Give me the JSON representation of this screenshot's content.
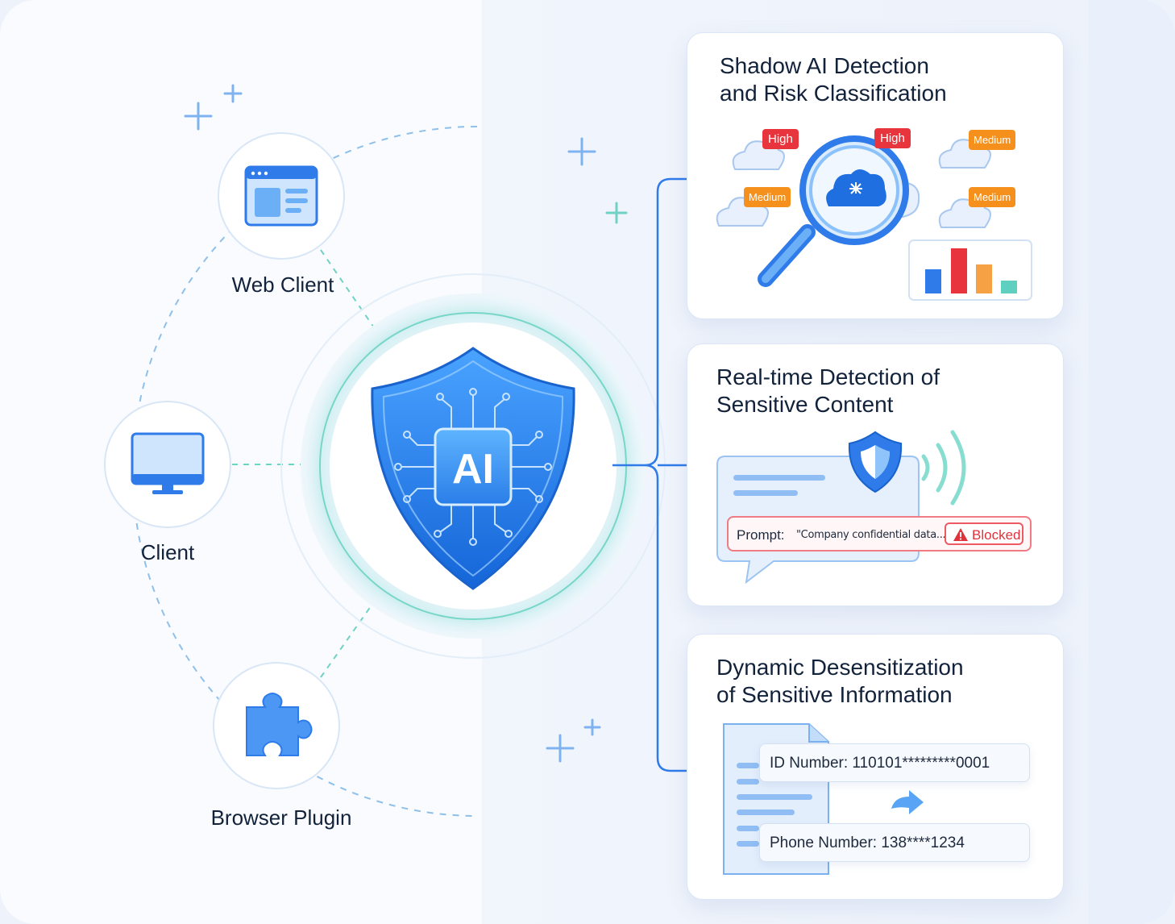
{
  "center": {
    "text": "AI"
  },
  "nodes": {
    "web_client": "Web Client",
    "client": "Client",
    "browser_plugin": "Browser Plugin"
  },
  "cards": {
    "shadow_ai": {
      "title_lines": [
        "Shadow AI Detection",
        "and Risk Classification"
      ],
      "badges": [
        "High",
        "High",
        "Medium",
        "Medium",
        "Medium"
      ]
    },
    "realtime": {
      "title_lines": [
        "Real-time Detection of",
        "Sensitive Content"
      ],
      "prompt_label": "Prompt:",
      "prompt_text": "\"Company confidential data...\"",
      "blocked_label": "Blocked"
    },
    "desensitization": {
      "title_lines": [
        "Dynamic Desensitization",
        "of Sensitive Information"
      ],
      "id_field": "ID Number: 110101*********0001",
      "phone_field": "Phone Number: 138****1234"
    }
  },
  "colors": {
    "primary_blue": "#2f7bea",
    "teal": "#5fd0c0",
    "high_red": "#e8343c",
    "medium_orange": "#f5901c"
  }
}
